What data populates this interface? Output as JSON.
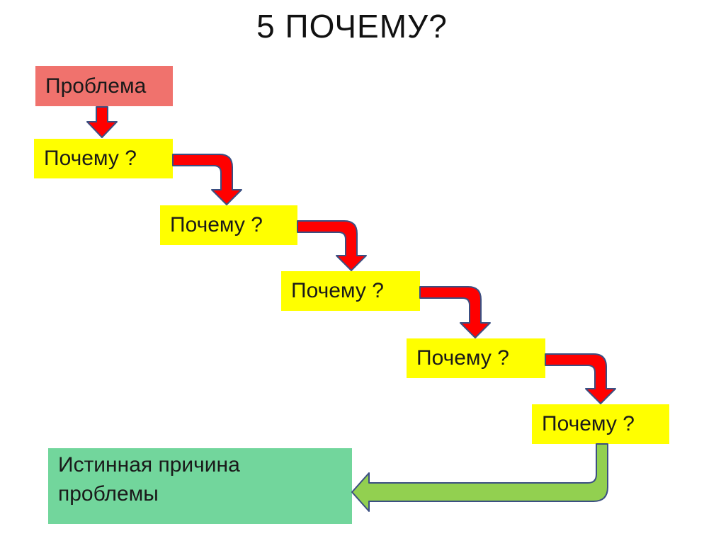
{
  "title": "5 ПОЧЕМУ?",
  "problem": {
    "label": "Проблема",
    "color": "#f0726d"
  },
  "whys": [
    {
      "label": "Почему ?"
    },
    {
      "label": "Почему ?"
    },
    {
      "label": "Почему ?"
    },
    {
      "label": "Почему ?"
    },
    {
      "label": "Почему ?"
    }
  ],
  "root_cause": {
    "line1": "Истинная причина",
    "line2": "проблемы",
    "color": "#72d69c"
  },
  "colors": {
    "why_box": "#ffff00",
    "arrow_red": "#ff0000",
    "arrow_green": "#92d050",
    "arrow_outline": "#3b4f82"
  }
}
